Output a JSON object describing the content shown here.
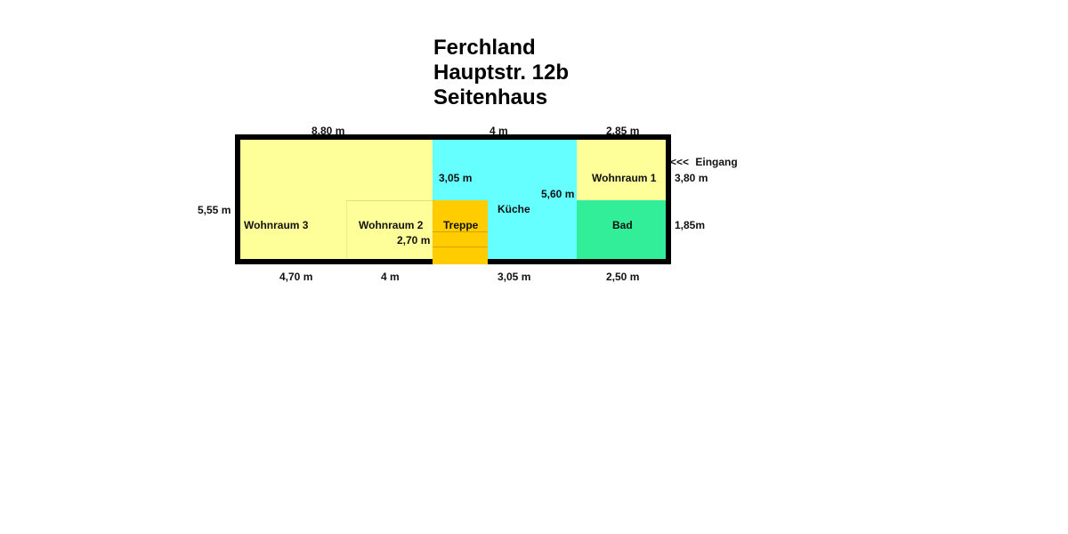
{
  "title": {
    "line1": "Ferchland",
    "line2": "Hauptstr. 12b",
    "line3": "Seitenhaus"
  },
  "colors": {
    "wall": "#000000",
    "wohnraum": "#FFFF99",
    "kueche": "#66FFFF",
    "treppe": "#FFCC00",
    "bad": "#33EE99"
  },
  "rooms": {
    "wohnraum3": "Wohnraum 3",
    "wohnraum2": "Wohnraum 2",
    "treppe": "Treppe",
    "kueche": "Küche",
    "wohnraum1": "Wohnraum 1",
    "bad": "Bad"
  },
  "dimensions": {
    "top_left": "8,80 m",
    "top_mid": "4 m",
    "top_right": "2,85 m",
    "left_height": "5,55 m",
    "kueche_inner_left": "3,05 m",
    "kueche_inner_right": "5,60 m",
    "wohnraum2_inner": "2,70 m",
    "right_upper": "3,80 m",
    "right_lower": "1,85m",
    "bottom_1": "4,70 m",
    "bottom_2": "4 m",
    "bottom_3": "3,05 m",
    "bottom_4": "2,50 m"
  },
  "entrance": {
    "arrow": "<<<",
    "label": "Eingang"
  }
}
